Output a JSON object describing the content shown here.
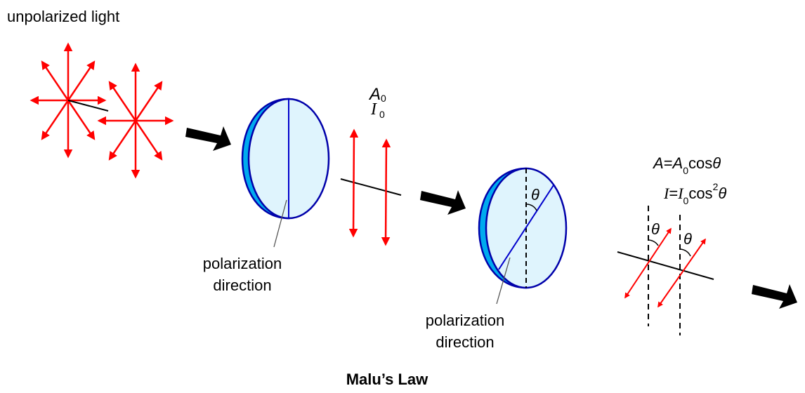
{
  "title": "Malu’s Law",
  "colors": {
    "field_vector": "#ff0000",
    "propagation_axis": "#000000",
    "propagation_arrow": "#000000",
    "polarizer_face": "#dff4fd",
    "polarizer_rim": "#00aaee",
    "polarizer_outline": "#0000aa",
    "pointer": "#555555"
  },
  "stage1": {
    "label": "unpolarized light"
  },
  "polarizer1": {
    "label_line1": "polarization",
    "label_line2": "direction"
  },
  "stage2": {
    "amplitude_symbol": "A",
    "intensity_symbol": "I",
    "subscript": "0"
  },
  "polarizer2": {
    "angle_symbol": "θ",
    "label_line1": "polarization",
    "label_line2": "direction"
  },
  "stage3": {
    "amp_lhs": "A",
    "amp_eq": "=",
    "amp_rhs_sym": "A",
    "amp_rhs_sub": "0",
    "amp_rhs_fn": "cos",
    "amp_rhs_theta": "θ",
    "int_lhs": "I",
    "int_eq": "=",
    "int_rhs_sym": "I",
    "int_rhs_sub": "0",
    "int_rhs_fn": "cos",
    "int_rhs_sup": "2",
    "int_rhs_theta": "θ",
    "angle_symbol_1": "θ",
    "angle_symbol_2": "θ"
  }
}
